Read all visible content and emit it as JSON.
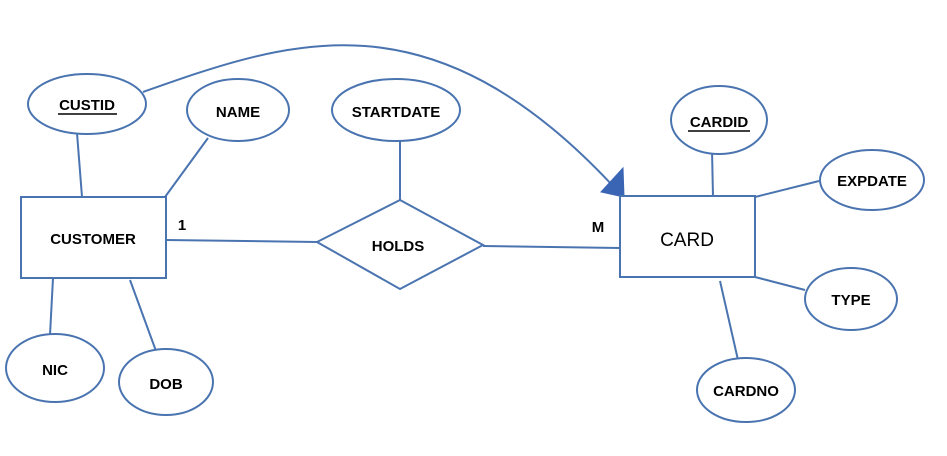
{
  "colors": {
    "stroke": "#4a74b0",
    "arrow": "#3a64b4",
    "background": "#ffffff",
    "text": "#000000"
  },
  "entities": {
    "customer": "CUSTOMER",
    "card": "CARD"
  },
  "relationship": {
    "name": "HOLDS",
    "cardinality_customer": "1",
    "cardinality_card": "M"
  },
  "attributes": {
    "custid": "CUSTID",
    "name": "NAME",
    "nic": "NIC",
    "dob": "DOB",
    "startdate": "STARTDATE",
    "cardid": "CARDID",
    "expdate": "EXPDATE",
    "type": "TYPE",
    "cardno": "CARDNO"
  }
}
